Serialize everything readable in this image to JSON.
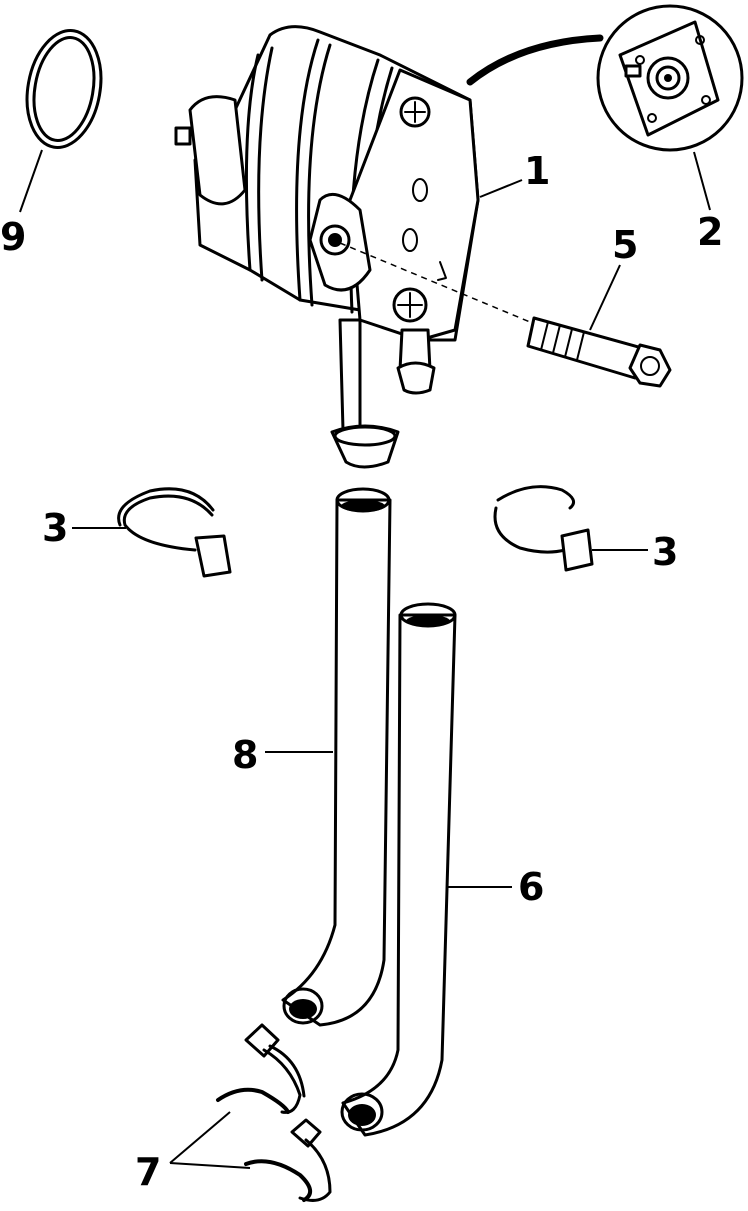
{
  "callouts": {
    "c1": "1",
    "c2": "2",
    "c3_left": "3",
    "c3_right": "3",
    "c5": "5",
    "c6": "6",
    "c7": "7",
    "c8": "8",
    "c9": "9"
  }
}
